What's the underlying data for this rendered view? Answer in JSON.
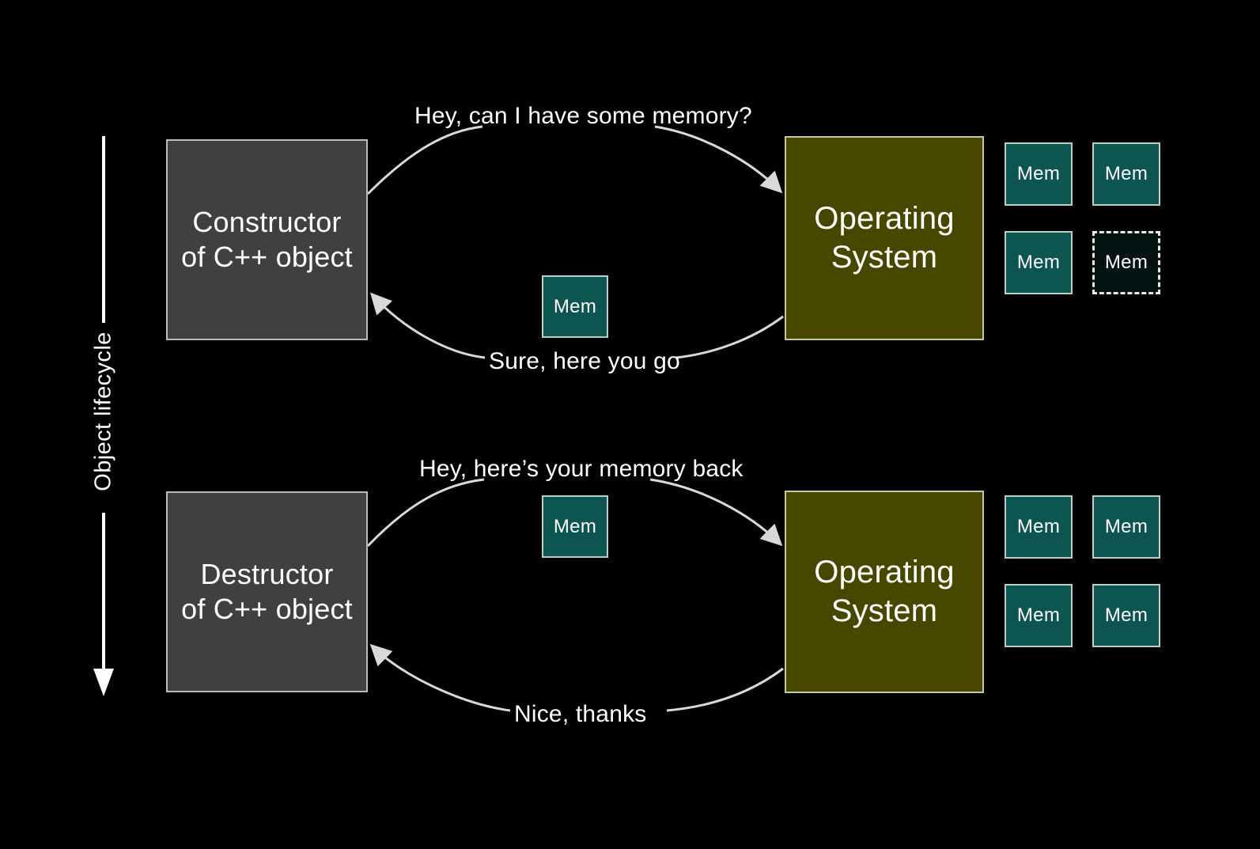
{
  "slide": {
    "background_color": "#010101",
    "title_hidden": true
  },
  "colors": {
    "background": "#010101",
    "actor_fill": "#404040",
    "actor_border": "#bcbcbc",
    "os_fill": "#474700",
    "os_border": "#c8c8a8",
    "mem_fill": "#0d5550",
    "mem_border": "#b9cdcb",
    "mem_free_fill": "#051413",
    "mem_free_border": "#e8e8e8",
    "text": "#ffffff",
    "arrow": "#d9d9d9"
  },
  "lifecycle_axis": {
    "label": "Object lifecycle",
    "direction": "down",
    "arrow_icon": "arrow-down-icon"
  },
  "phases": [
    {
      "id": "construction",
      "actor": {
        "label": "Constructor\nof C++ object"
      },
      "os": {
        "label": "Operating\nSystem"
      },
      "request_message": "Hey, can I have some memory?",
      "response_message": "Sure, here you go",
      "transit_block": {
        "label": "Mem",
        "state": "allocated"
      },
      "memory_pool": [
        {
          "label": "Mem",
          "state": "allocated"
        },
        {
          "label": "Mem",
          "state": "allocated"
        },
        {
          "label": "Mem",
          "state": "allocated"
        },
        {
          "label": "Mem",
          "state": "handed-out"
        }
      ]
    },
    {
      "id": "destruction",
      "actor": {
        "label": "Destructor\nof C++ object"
      },
      "os": {
        "label": "Operating\nSystem"
      },
      "request_message": "Hey, here’s your memory back",
      "response_message": "Nice, thanks",
      "transit_block": {
        "label": "Mem",
        "state": "returning"
      },
      "memory_pool": [
        {
          "label": "Mem",
          "state": "allocated"
        },
        {
          "label": "Mem",
          "state": "allocated"
        },
        {
          "label": "Mem",
          "state": "allocated"
        },
        {
          "label": "Mem",
          "state": "allocated"
        }
      ]
    }
  ]
}
